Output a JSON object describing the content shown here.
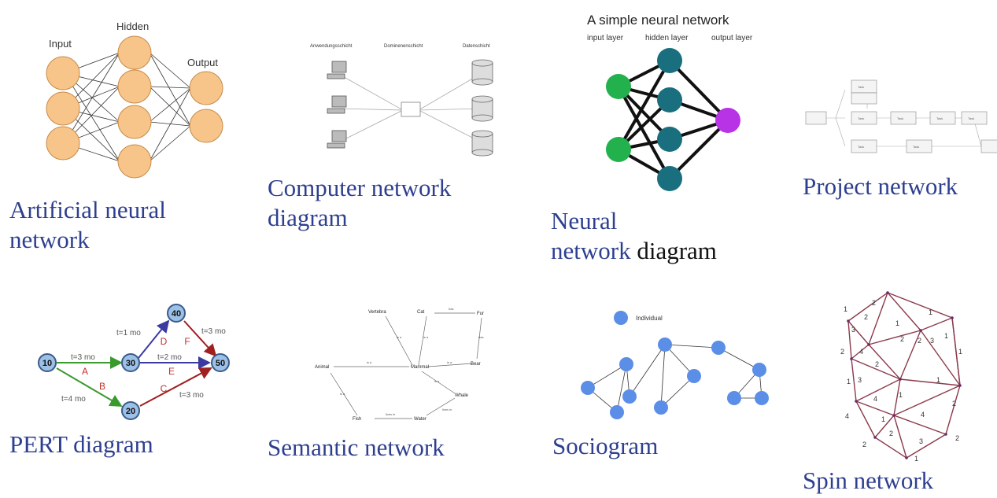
{
  "panels": {
    "ann": {
      "caption_line1": "Artificial neural",
      "caption_line2": "network",
      "label_input": "Input",
      "label_hidden": "Hidden",
      "label_output": "Output"
    },
    "computer": {
      "caption_line1": "Computer network",
      "caption_line2": "diagram",
      "label_left": "Anwendungsschicht",
      "label_mid": "Dominenenschicht",
      "label_right": "Datenschicht"
    },
    "nnd": {
      "title": "A simple neural network",
      "label_input": "input layer",
      "label_hidden": "hidden layer",
      "label_output": "output layer",
      "caption_line1": "Neural",
      "caption_line2_blue": "network",
      "caption_line2_black": " diagram"
    },
    "project": {
      "caption": "Project network",
      "box_text": "Task"
    },
    "pert": {
      "caption": "PERT diagram",
      "nodes": [
        "10",
        "20",
        "30",
        "40",
        "50"
      ],
      "activities": [
        "A",
        "B",
        "C",
        "D",
        "E",
        "F"
      ],
      "durations": {
        "A": "t=3 mo",
        "B": "t=4 mo",
        "C": "t=3 mo",
        "D": "t=1 mo",
        "E": "t=2 mo",
        "F": "t=3 mo"
      }
    },
    "semantic": {
      "caption": "Semantic network",
      "nodes": [
        "Vertebra",
        "Cat",
        "Fur",
        "Animal",
        "Mammal",
        "Bear",
        "Whale",
        "Fish",
        "Water"
      ],
      "edges": [
        "has",
        "has",
        "is a",
        "is a",
        "is a",
        "is a",
        "is a",
        "is a",
        "lives in",
        "lives in"
      ]
    },
    "sociogram": {
      "caption": "Sociogram",
      "legend": "Individual",
      "node_color": "#5b8ee6"
    },
    "spin": {
      "caption": "Spin network",
      "edge_labels": [
        "2",
        "1",
        "2",
        "3",
        "1",
        "1",
        "2",
        "4",
        "1",
        "2",
        "2",
        "3",
        "1",
        "3",
        "1",
        "2",
        "1",
        "4",
        "1",
        "4",
        "4",
        "1",
        "2",
        "2",
        "3",
        "2",
        "1",
        "2"
      ]
    }
  },
  "colors": {
    "caption": "#2e3f8f",
    "ann_node": "#f7c48a",
    "nn_green": "#22b14c",
    "nn_teal": "#1a6f7e",
    "nn_purple": "#b832e6",
    "pert_node": "#9cc0e6",
    "pert_green": "#3a9a2e",
    "pert_blue": "#3a3aa0",
    "pert_red": "#a02020",
    "spin_edge": "#8a3a4a"
  }
}
